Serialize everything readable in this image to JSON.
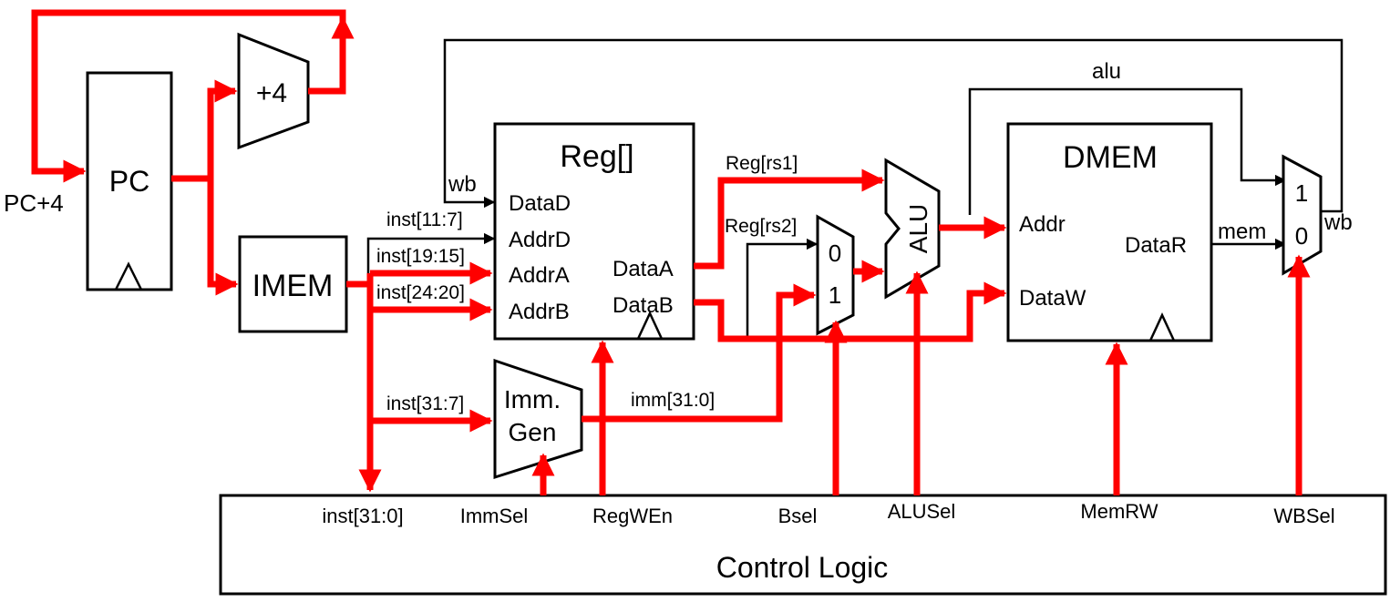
{
  "colors": {
    "active_wire": "#ff0000",
    "inactive_wire": "#000000",
    "background": "#ffffff"
  },
  "blocks": {
    "pc": "PC",
    "adder": "+4",
    "imem": "IMEM",
    "regfile": {
      "title": "Reg[]",
      "ports": [
        "DataD",
        "AddrD",
        "AddrA",
        "AddrB",
        "DataA",
        "DataB"
      ]
    },
    "immgen": {
      "line1": "Imm.",
      "line2": "Gen"
    },
    "bmux": {
      "top": "0",
      "bottom": "1"
    },
    "alu": "ALU",
    "dmem": {
      "title": "DMEM",
      "ports": [
        "Addr",
        "DataW",
        "DataR"
      ]
    },
    "wbmux": {
      "top": "1",
      "bottom": "0"
    },
    "control": "Control Logic"
  },
  "wires": {
    "pc_plus4": "PC+4",
    "wb_in": "wb",
    "wb_out": "wb",
    "inst_11_7": "inst[11:7]",
    "inst_19_15": "inst[19:15]",
    "inst_24_20": "inst[24:20]",
    "inst_31_7": "inst[31:7]",
    "reg_rs1": "Reg[rs1]",
    "reg_rs2": "Reg[rs2]",
    "imm": "imm[31:0]",
    "alu": "alu",
    "mem": "mem"
  },
  "control_signals": [
    "inst[31:0]",
    "ImmSel",
    "RegWEn",
    "Bsel",
    "ALUSel",
    "MemRW",
    "WBSel"
  ]
}
